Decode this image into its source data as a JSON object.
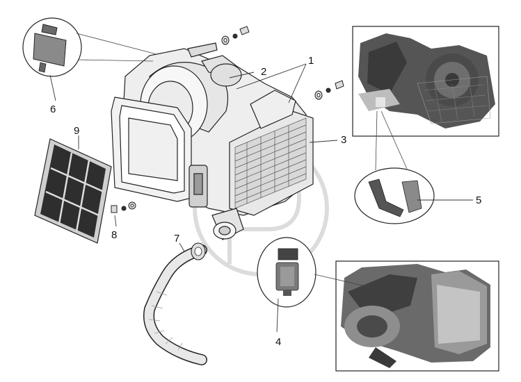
{
  "callouts": {
    "c1": "1",
    "c2": "2",
    "c3": "3",
    "c4": "4",
    "c5": "5",
    "c6": "6",
    "c7": "7",
    "c8": "8",
    "c9": "9"
  },
  "colors": {
    "line": "#222222",
    "photo_dark": "#3a3a3a",
    "photo_mid": "#6e6e6e",
    "photo_light": "#bdbdbd",
    "watermark": "#d8d8d8"
  }
}
